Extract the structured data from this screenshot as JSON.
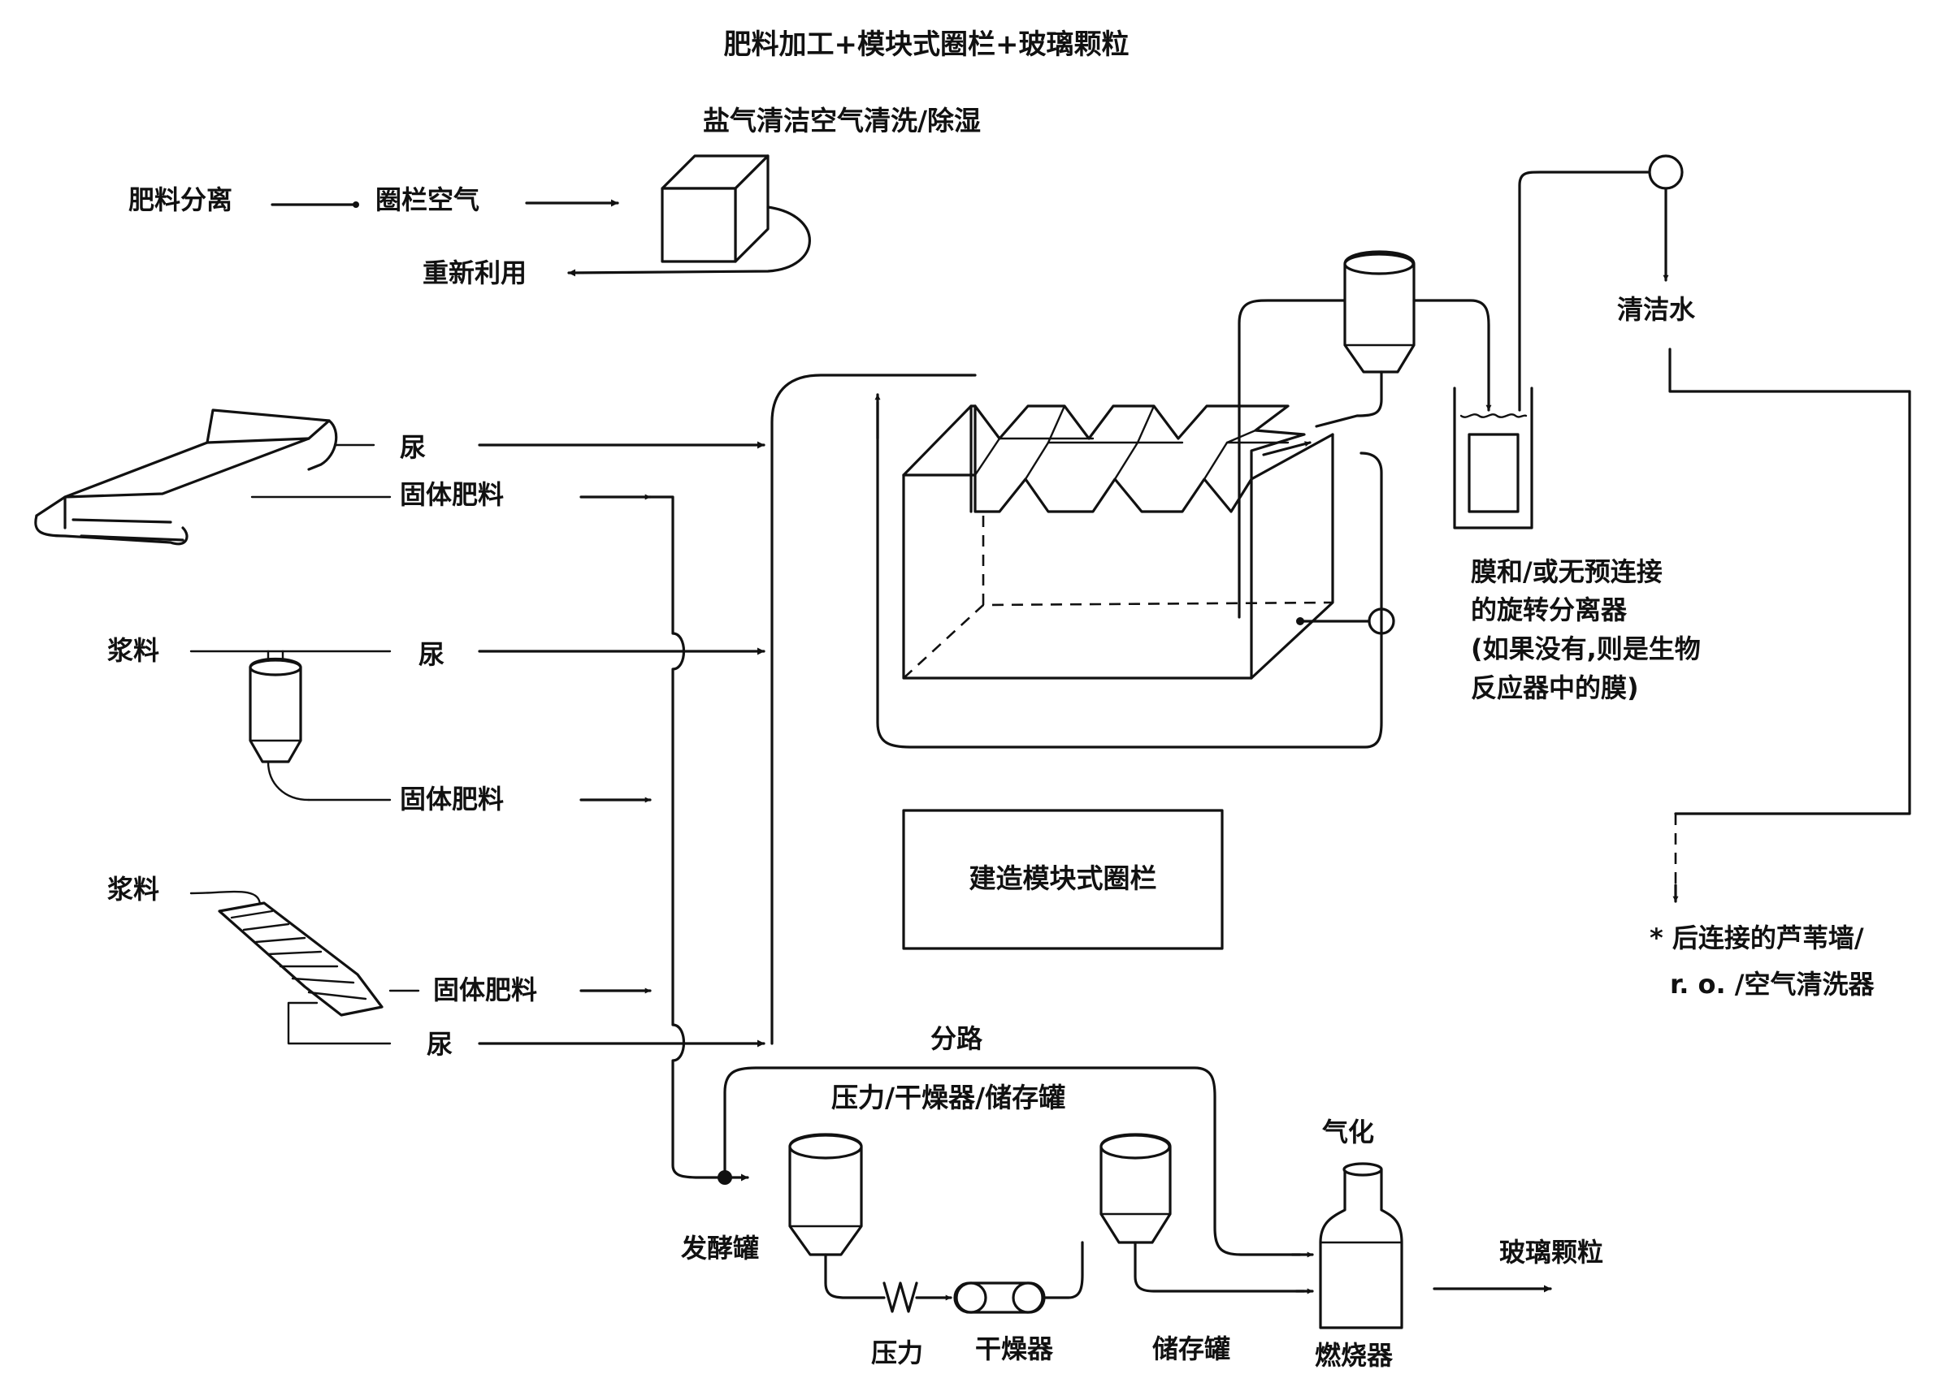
{
  "title": "肥料加工+模块式圈栏+玻璃颗粒",
  "air": {
    "scrubber_label": "盐气清洁空气清洗/除湿",
    "manure_separation": "肥料分离",
    "pen_air": "圈栏空气",
    "reuse": "重新利用"
  },
  "sources": {
    "urine_1": "尿",
    "solid_1": "固体肥料",
    "slurry_1": "浆料",
    "urine_2": "尿",
    "solid_2": "固体肥料",
    "slurry_2": "浆料",
    "solid_3": "固体肥料",
    "urine_3": "尿"
  },
  "membrane": {
    "line1": "膜和/或无预连接",
    "line2": "的旋转分离器",
    "line3": "(如果没有,则是生物",
    "line4": "反应器中的膜)"
  },
  "clean_water": {
    "label": "清洁水",
    "post_line1": "* 后连接的芦苇墙/",
    "post_line2": "r. o. /空气清洗器"
  },
  "center_box": "建造模块式圈栏",
  "bottom": {
    "bypass": "分路",
    "group_label": "压力/干燥器/储存罐",
    "fermenter": "发酵罐",
    "press": "压力",
    "dryer": "干燥器",
    "storage": "储存罐",
    "gasify": "气化",
    "burner": "燃烧器",
    "glass_granules": "玻璃颗粒"
  }
}
